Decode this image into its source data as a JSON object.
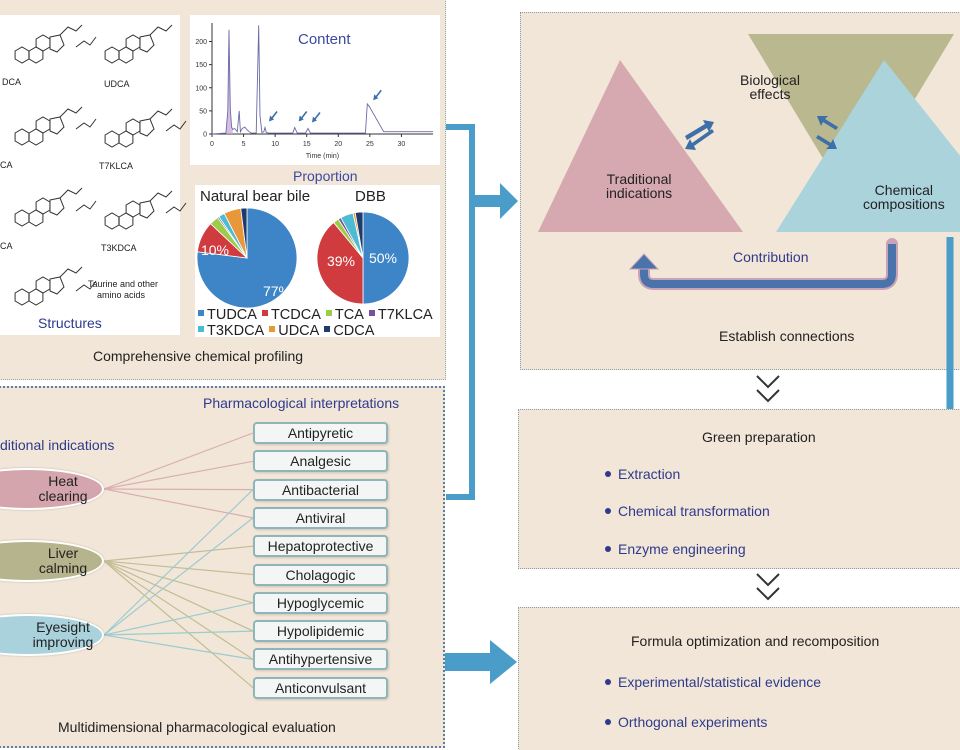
{
  "profiling_panel": {
    "caption": "Comprehensive chemical profiling",
    "structures": {
      "title": "Structures",
      "molecules": [
        "TUDCA (partial)",
        "UDCA",
        "TCDCA (partial)",
        "T7KLCA",
        "TCA (partial)",
        "T3KDCA",
        "Taurine conjugate (partial)"
      ],
      "labels": {
        "udca_left_partial": "DCA",
        "udca": "UDCA",
        "left2_partial": "CA",
        "t7klca": "T7KLCA",
        "left3_partial": "CA",
        "t3kdca": "T3KDCA",
        "amino_note_line1": "Taurine and other",
        "amino_note_line2": "amino acids"
      }
    },
    "content": {
      "title": "Content"
    },
    "proportion": {
      "title": "Proportion"
    }
  },
  "pharmacology_panel": {
    "caption": "Multidimensional pharmacological evaluation",
    "interpretations_title": "Pharmacological interpretations",
    "indications_title": "ditional indications",
    "indications": [
      {
        "line1": "Heat",
        "line2": "clearing",
        "color": "#d4a5ad"
      },
      {
        "line1": "Liver",
        "line2": "calming",
        "color": "#b6b48c"
      },
      {
        "line1": "Eyesight",
        "line2": "improving",
        "color": "#a9d2dc"
      }
    ],
    "effects": [
      "Antipyretic",
      "Analgesic",
      "Antibacterial",
      "Antiviral",
      "Hepatoprotective",
      "Cholagogic",
      "Hypoglycemic",
      "Hypolipidemic",
      "Antihypertensive",
      "Anticonvulsant"
    ],
    "links": [
      {
        "from": 0,
        "to": [
          0,
          1,
          2,
          3
        ]
      },
      {
        "from": 1,
        "to": [
          4,
          5,
          6,
          7,
          8,
          9
        ]
      },
      {
        "from": 2,
        "to": [
          2,
          3,
          6,
          7,
          8
        ]
      }
    ],
    "link_colors": [
      "#d9aeb3",
      "#c2bd94",
      "#9ccbd0"
    ]
  },
  "connections_panel": {
    "caption": "Establish connections",
    "biological": {
      "line1": "Biological",
      "line2": "effects",
      "color": "#b9b88f"
    },
    "traditional": {
      "line1": "Traditional",
      "line2": "indications",
      "color": "#d6a9b0"
    },
    "chemical": {
      "line1": "Chemical",
      "line2": "compositions",
      "color": "#aad3dc"
    },
    "contribution_label": "Contribution"
  },
  "green_panel": {
    "title": "Green preparation",
    "items": [
      "Extraction",
      "Chemical transformation",
      "Enzyme engineering"
    ]
  },
  "formula_panel": {
    "title": "Formula optimization and recomposition",
    "items": [
      "Experimental/statistical evidence",
      "Orthogonal experiments"
    ]
  },
  "colors": {
    "panel_bg": "#f2e6d8",
    "flow_arrow": "#4a9cc9",
    "accent_text": "#2e3a8c",
    "exchange_arrow": "#3d6fa8"
  },
  "chart_data": [
    {
      "type": "line",
      "title": "Content",
      "xlabel": "Time (min)",
      "ylabel": "",
      "xlim": [
        0,
        35
      ],
      "ylim": [
        0,
        240
      ],
      "xticks": [
        0,
        5,
        10,
        15,
        20,
        25,
        30
      ],
      "yticks": [
        0,
        50,
        100,
        150,
        200
      ],
      "series": [
        {
          "name": "chromatogram",
          "x": [
            0,
            2.2,
            2.5,
            2.7,
            2.9,
            3.1,
            3.3,
            3.6,
            4.0,
            4.3,
            4.5,
            4.8,
            5.2,
            5.5,
            5.8,
            6.2,
            7.0,
            7.4,
            7.6,
            7.9,
            8.2,
            8.4,
            8.6,
            9.0,
            12.8,
            13.1,
            13.5,
            14.8,
            15.2,
            15.6,
            24.3,
            24.6,
            24.9,
            27.2,
            35
          ],
          "y": [
            0,
            2,
            50,
            225,
            55,
            15,
            10,
            12,
            5,
            50,
            5,
            12,
            15,
            10,
            6,
            2,
            2,
            235,
            40,
            3,
            5,
            14,
            3,
            2,
            2,
            14,
            2,
            2,
            12,
            2,
            2,
            65,
            60,
            5,
            5
          ]
        }
      ],
      "annotations": [
        {
          "type": "arrow",
          "at_x": 8.4
        },
        {
          "type": "arrow",
          "at_x": 13.1
        },
        {
          "type": "arrow",
          "at_x": 15.2
        },
        {
          "type": "arrow",
          "at_x": 24.9
        }
      ]
    },
    {
      "type": "pie",
      "title": "Natural bear bile",
      "categories": [
        "TUDCA",
        "TCDCA",
        "TCA",
        "T7KLCA",
        "T3KDCA",
        "UDCA",
        "CDCA"
      ],
      "values": [
        77,
        10,
        3,
        0.5,
        2,
        5.5,
        2
      ],
      "colors": [
        "#3d85c6",
        "#d03b3f",
        "#9ccc4a",
        "#7a4fa0",
        "#4bbcd4",
        "#e8973a",
        "#1f3b6b"
      ],
      "data_labels": [
        "77%",
        "10%"
      ],
      "legend": "bottom"
    },
    {
      "type": "pie",
      "title": "DBB",
      "categories": [
        "TUDCA",
        "TCDCA",
        "TCA",
        "T7KLCA",
        "T3KDCA",
        "UDCA",
        "CDCA"
      ],
      "values": [
        50,
        39,
        2,
        1,
        4.5,
        0.8,
        2.7
      ],
      "colors": [
        "#3d85c6",
        "#d03b3f",
        "#9ccc4a",
        "#7a4fa0",
        "#4bbcd4",
        "#e8973a",
        "#1f3b6b"
      ],
      "data_labels": [
        "50%",
        "39%"
      ],
      "legend": "bottom"
    }
  ]
}
